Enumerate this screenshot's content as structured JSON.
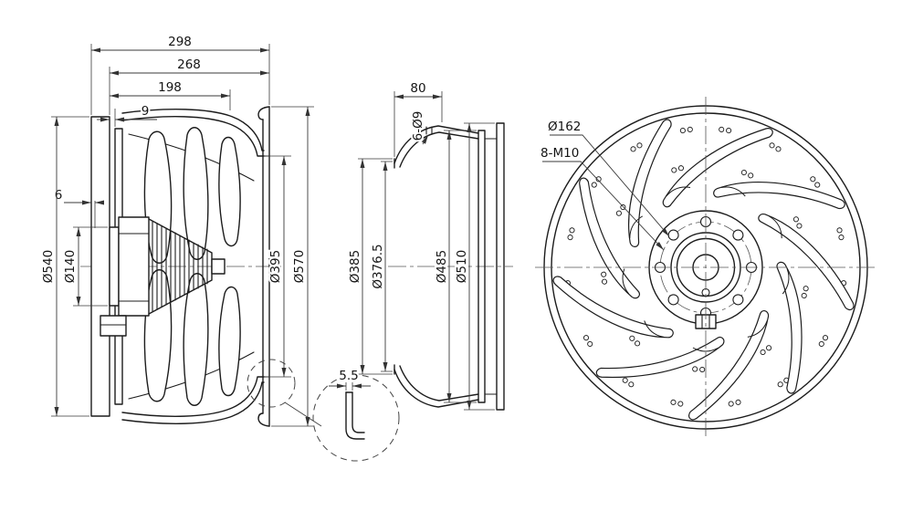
{
  "colors": {
    "line": "#1c1c1c",
    "background": "#ffffff"
  },
  "side_view": {
    "d298": "298",
    "d268": "268",
    "d198": "198",
    "d9": "9",
    "d6": "6",
    "dia540": "Ø540",
    "dia140": "Ø140",
    "dia395": "Ø395",
    "dia570": "Ø570"
  },
  "ring_view": {
    "d80": "80",
    "holes": "6-Ø9",
    "dia385": "Ø385",
    "dia3765": "Ø376.5",
    "dia485": "Ø485",
    "dia510": "Ø510"
  },
  "front_view": {
    "dia162": "Ø162",
    "bolts": "8-M10"
  },
  "detail_view": {
    "d55": "5.5"
  }
}
